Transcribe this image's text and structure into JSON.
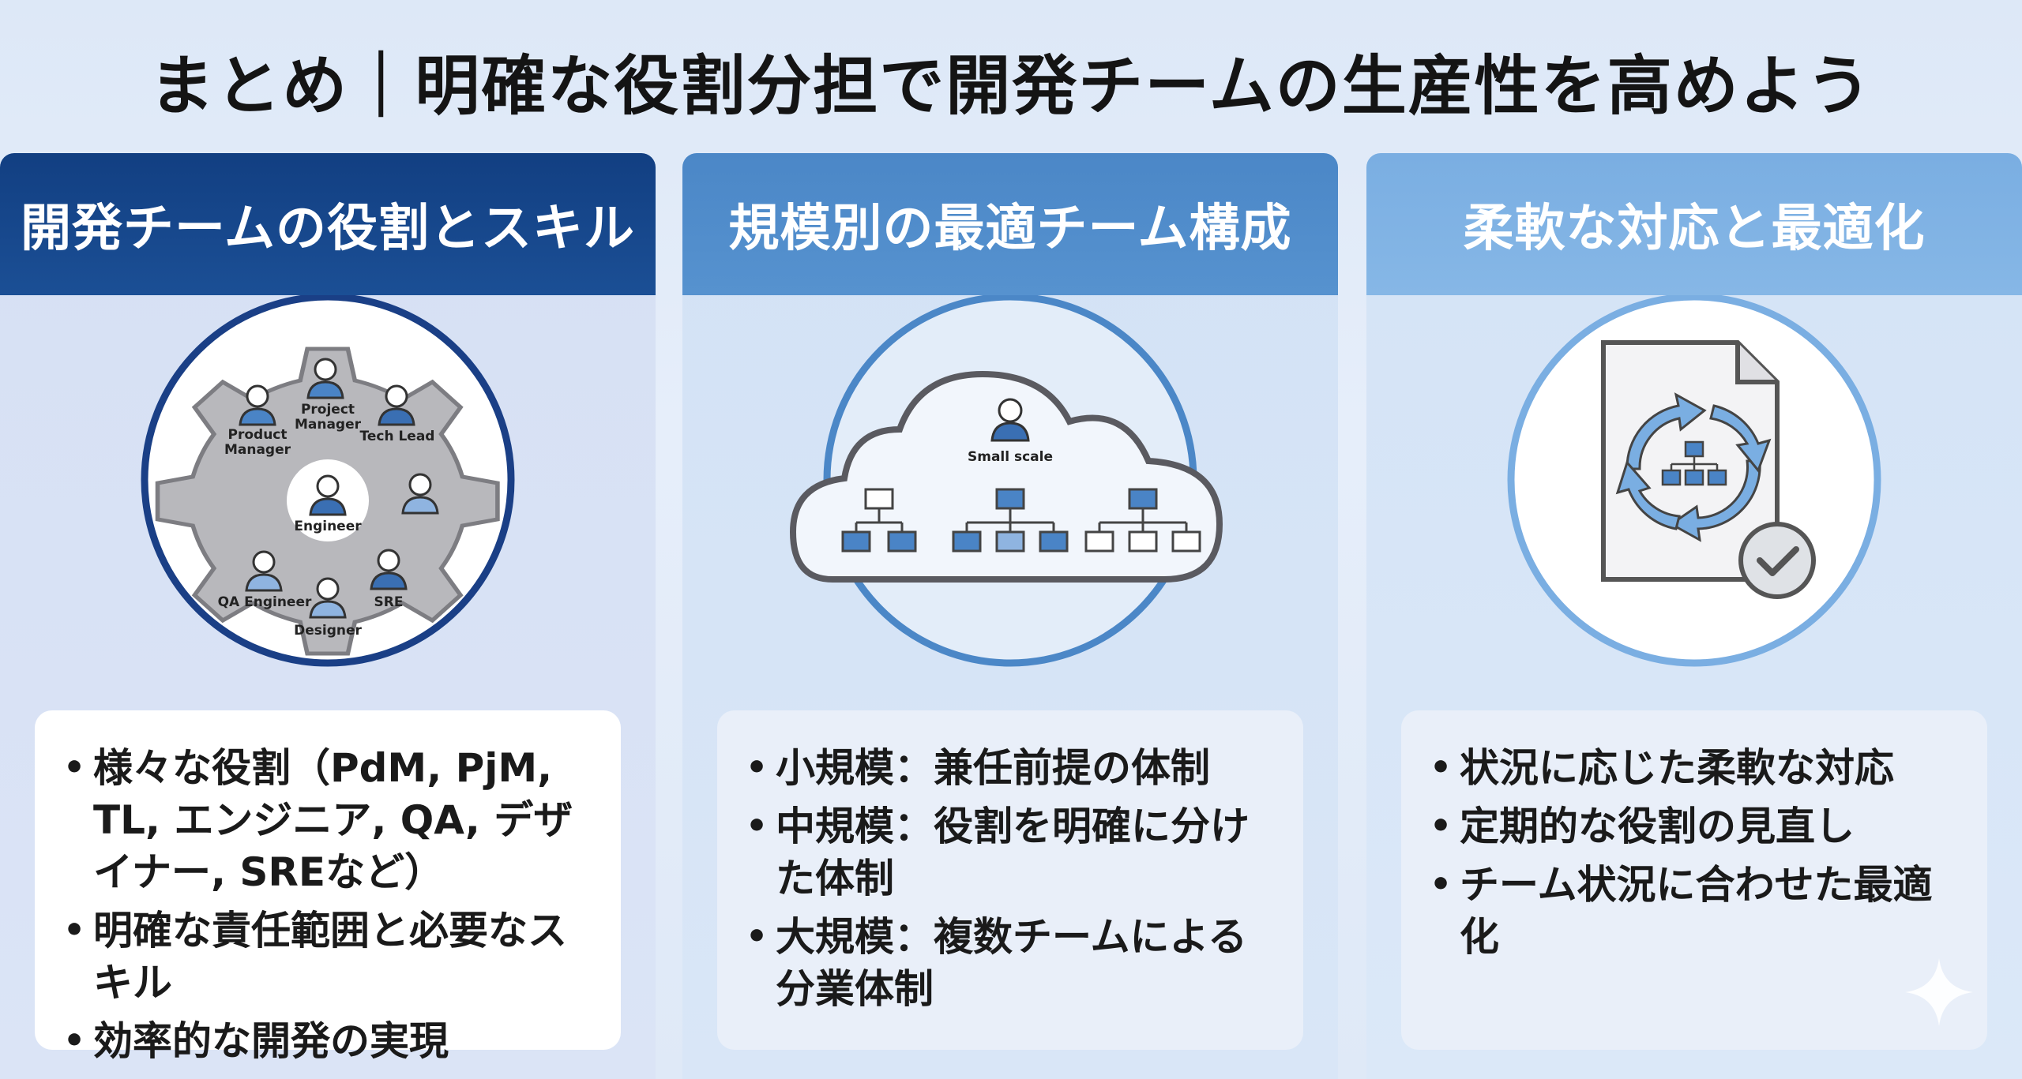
{
  "title": "まとめ｜明確な役割分担で開発チームの生産性を高めよう",
  "columns": [
    {
      "heading": "開発チームの役割とスキル",
      "roles": {
        "pm": "Project\nManager",
        "pdm": "Product\nManager",
        "tl": "Tech Lead",
        "eng": "Engineer",
        "qa": "QA Engineer",
        "sre": "SRE",
        "des": "Designer"
      },
      "bullets": [
        "様々な役割（PdM, PjM, TL, エンジニア, QA, デザイナー, SREなど）",
        "明確な責任範囲と必要なスキル",
        "効率的な開発の実現"
      ]
    },
    {
      "heading": "規模別の最適チーム構成",
      "cloud_label": "Small scale",
      "bullets": [
        "小規模：兼任前提の体制",
        "中規模：役割を明確に分けた体制",
        "大規模：複数チームによる分業体制"
      ]
    },
    {
      "heading": "柔軟な対応と最適化",
      "bullets": [
        "状況に応じた柔軟な対応",
        "定期的な役割の見直し",
        "チーム状況に合わせた最適化"
      ]
    }
  ],
  "colors": {
    "navy": "#123f82",
    "mid_blue": "#4b87c7",
    "light_blue": "#7aaee2",
    "gear_gray": "#b8b8bc"
  },
  "icons": [
    "gear-icon",
    "person-icon",
    "cloud-icon",
    "org-chart-icon",
    "document-icon",
    "refresh-cycle-icon",
    "check-circle-icon",
    "sparkle-icon"
  ]
}
